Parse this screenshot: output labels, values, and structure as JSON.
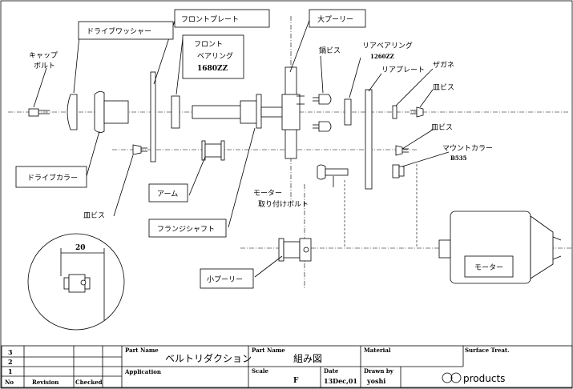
{
  "callouts": {
    "cap_bolt_1": "キャップ",
    "cap_bolt_2": "ボルト",
    "drive_washer": "ドライブワッシャー",
    "front_plate": "フロントプレート",
    "front_bearing_1": "フロント",
    "front_bearing_2": "ベアリング",
    "front_bearing_3": "1680ZZ",
    "large_pulley": "大プーリー",
    "pan_screw": "鍋ビス",
    "rear_bearing_1": "リアベアリング",
    "rear_bearing_2": "1260ZZ",
    "rear_plate": "リアプレート",
    "washer": "ザガネ",
    "countersunk_1": "皿ビス",
    "countersunk_2": "皿ビス",
    "countersunk_3": "皿ビス",
    "mount_collar_1": "マウントカラー",
    "mount_collar_2": "B535",
    "drive_collar": "ドライブカラー",
    "arm": "アーム",
    "flange_shaft": "フランジシャフト",
    "motor_bolt_1": "モーター",
    "motor_bolt_2": "取り付けボルト",
    "small_pulley": "小プーリー",
    "motor": "モーター",
    "detail_dim": "20"
  },
  "title_block": {
    "rev_numbers": [
      "3",
      "2",
      "1"
    ],
    "no_label": "No",
    "revision_label": "Revision",
    "checked_label": "Checked",
    "part_name_label_1": "Part Name",
    "part_name_value_1": "ベルトリダクション",
    "application_label": "Application",
    "part_name_label_2": "Part Name",
    "part_name_value_2": "組み図",
    "scale_label": "Scale",
    "scale_value": "F",
    "date_label": "Date",
    "date_value": "13Dec,01",
    "drawn_by_label": "Drawn by",
    "drawn_by_value": "yoshi",
    "material_label": "Material",
    "surface_label": "Surface Treat.",
    "logo_text": "products"
  }
}
